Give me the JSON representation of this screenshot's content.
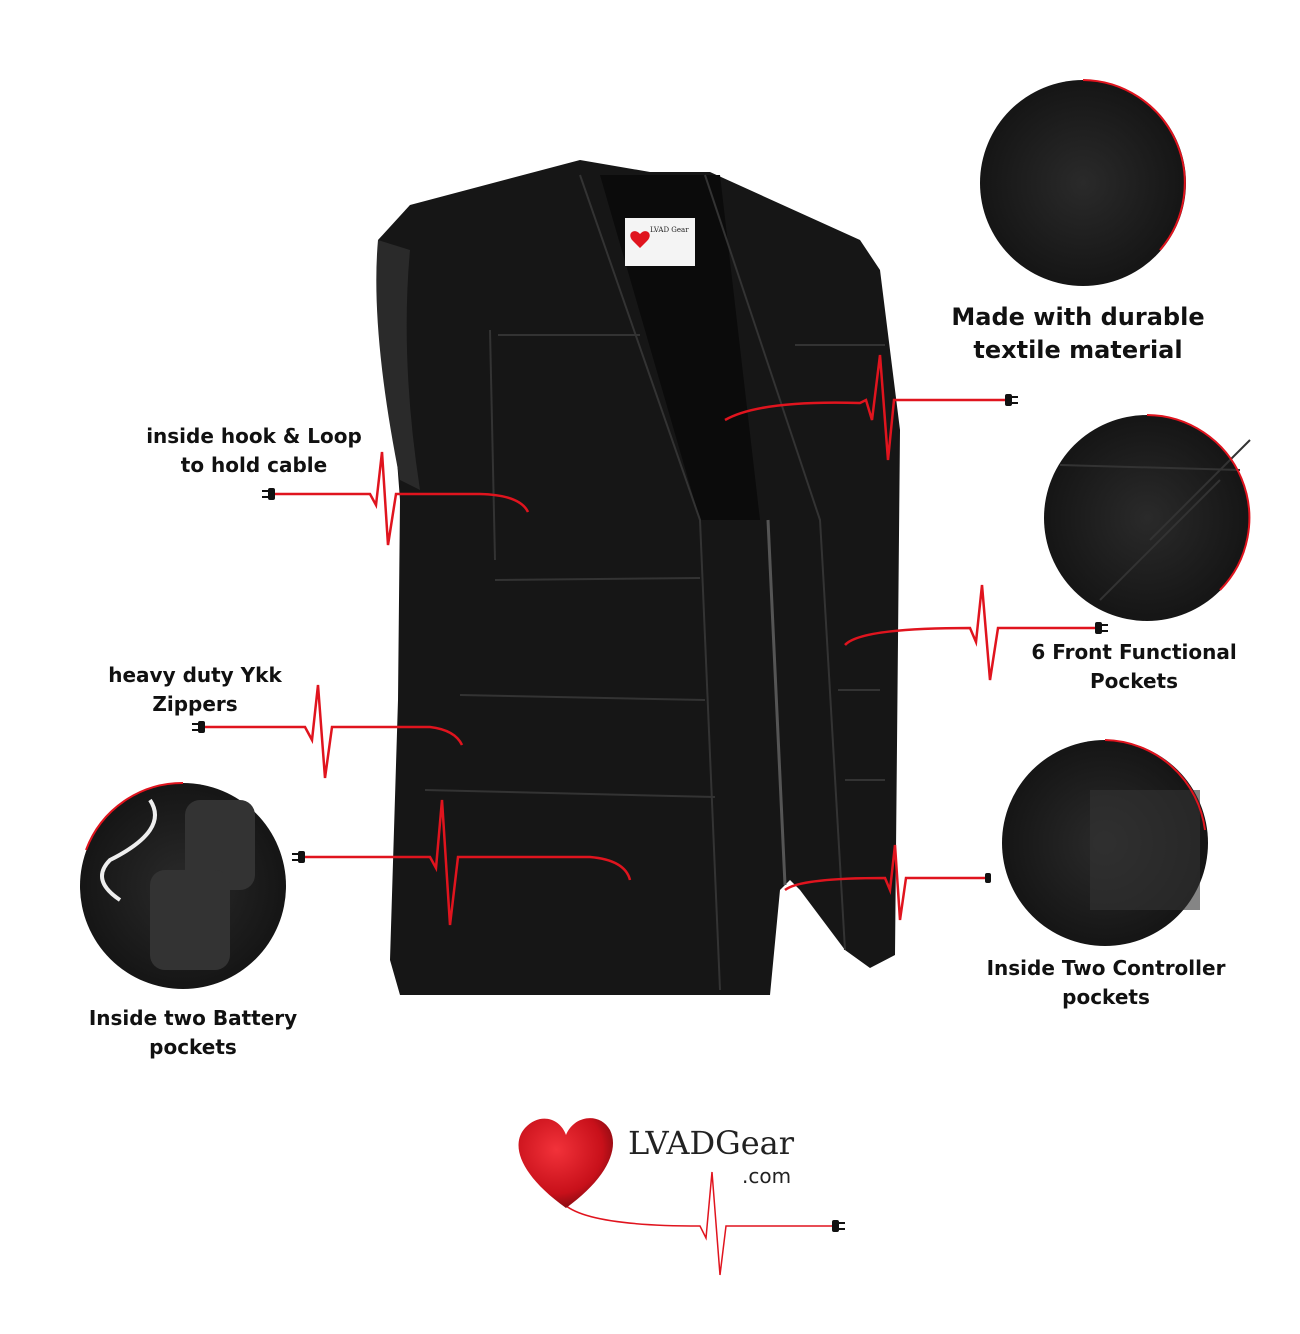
{
  "features": {
    "textile": {
      "line1": "Made with durable",
      "line2": "textile material"
    },
    "hook_loop": {
      "line1": "inside hook & Loop",
      "line2": "to hold cable"
    },
    "zippers": {
      "line1": "heavy duty Ykk",
      "line2": "Zippers"
    },
    "battery": {
      "line1": "Inside two Battery",
      "line2": "pockets"
    },
    "front_pockets": {
      "line1": "6 Front Functional",
      "line2": "Pockets"
    },
    "controller": {
      "line1": "Inside Two Controller",
      "line2": "pockets"
    }
  },
  "logo": {
    "name": "LVADGear",
    "suffix": ".com",
    "tag_label": "LVAD Gear"
  },
  "colors": {
    "accent": "#e0141e",
    "vest": "#141414",
    "text": "#111111"
  },
  "icons": [
    "plug-icon",
    "heart-icon",
    "ecg-line"
  ]
}
